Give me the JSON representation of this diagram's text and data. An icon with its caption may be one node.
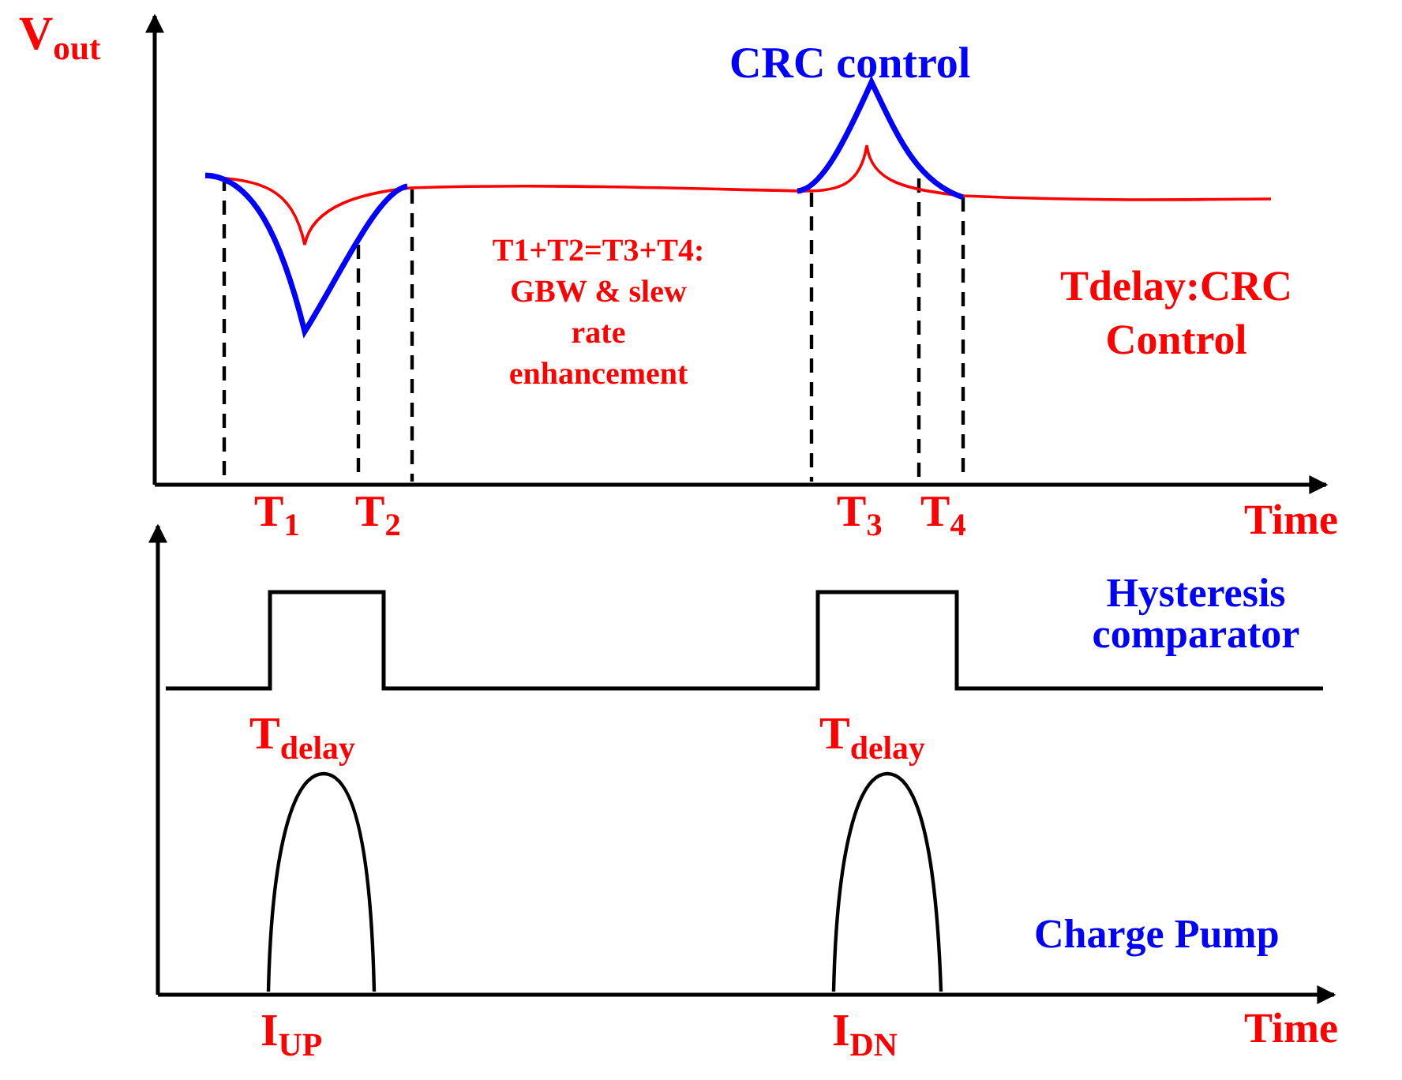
{
  "diagram": {
    "labels": [
      "V$_{out}$",
      "CRC control",
      "T1+T2=T3+T4: GBW & slew rate enhancement",
      "Tdelay:CRC Control",
      "T$_{1}$",
      "T$_{2}$",
      "T$_{3}$",
      "T$_{4}$",
      "Time",
      "Hysteresis comparator",
      "T$_{delay}$",
      "T$_{delay}$",
      "Charge Pump",
      "I$_{UP}$",
      "I$_{DN}$",
      "Time"
    ]
  }
}
